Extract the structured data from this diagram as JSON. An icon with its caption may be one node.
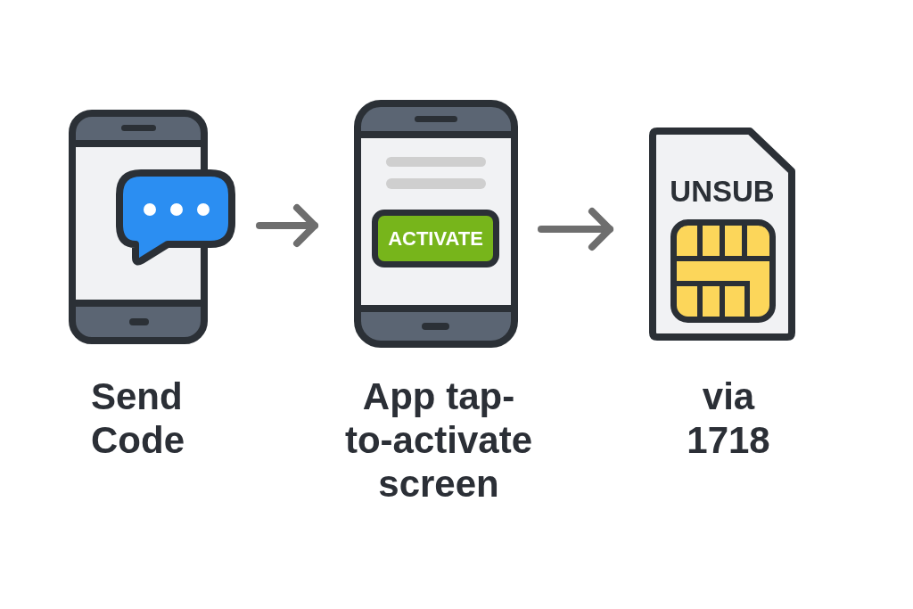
{
  "diagram": {
    "nodes": [
      {
        "text": [],
        "shape": "picture",
        "beside": [
          "Send Code"
        ]
      },
      {
        "text": [
          "ACTIVATE"
        ],
        "beside": [
          "App tap-to-activate screen"
        ]
      },
      {
        "text": [
          "UNSUB"
        ],
        "beside": [
          "via 1718"
        ]
      }
    ],
    "edges": [
      {
        "from": 0,
        "to": 1,
        "arrow": "to"
      },
      {
        "from": 1,
        "to": 2,
        "arrow": "to"
      }
    ]
  }
}
